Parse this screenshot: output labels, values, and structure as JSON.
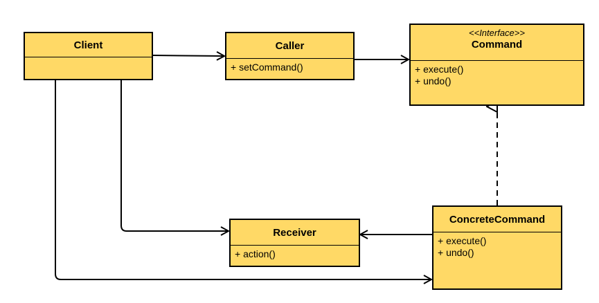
{
  "classes": {
    "client": {
      "name": "Client",
      "members": []
    },
    "caller": {
      "name": "Caller",
      "members": [
        "+ setCommand()"
      ]
    },
    "command": {
      "stereotype": "<<Interface>>",
      "name": "Command",
      "members": [
        "+ execute()",
        "+ undo()"
      ]
    },
    "receiver": {
      "name": "Receiver",
      "members": [
        "+ action()"
      ]
    },
    "concrete": {
      "name": "ConcreteCommand",
      "members": [
        "+ execute()",
        "+ undo()"
      ]
    }
  },
  "colors": {
    "fill": "#FFD966",
    "stroke": "#000000"
  }
}
